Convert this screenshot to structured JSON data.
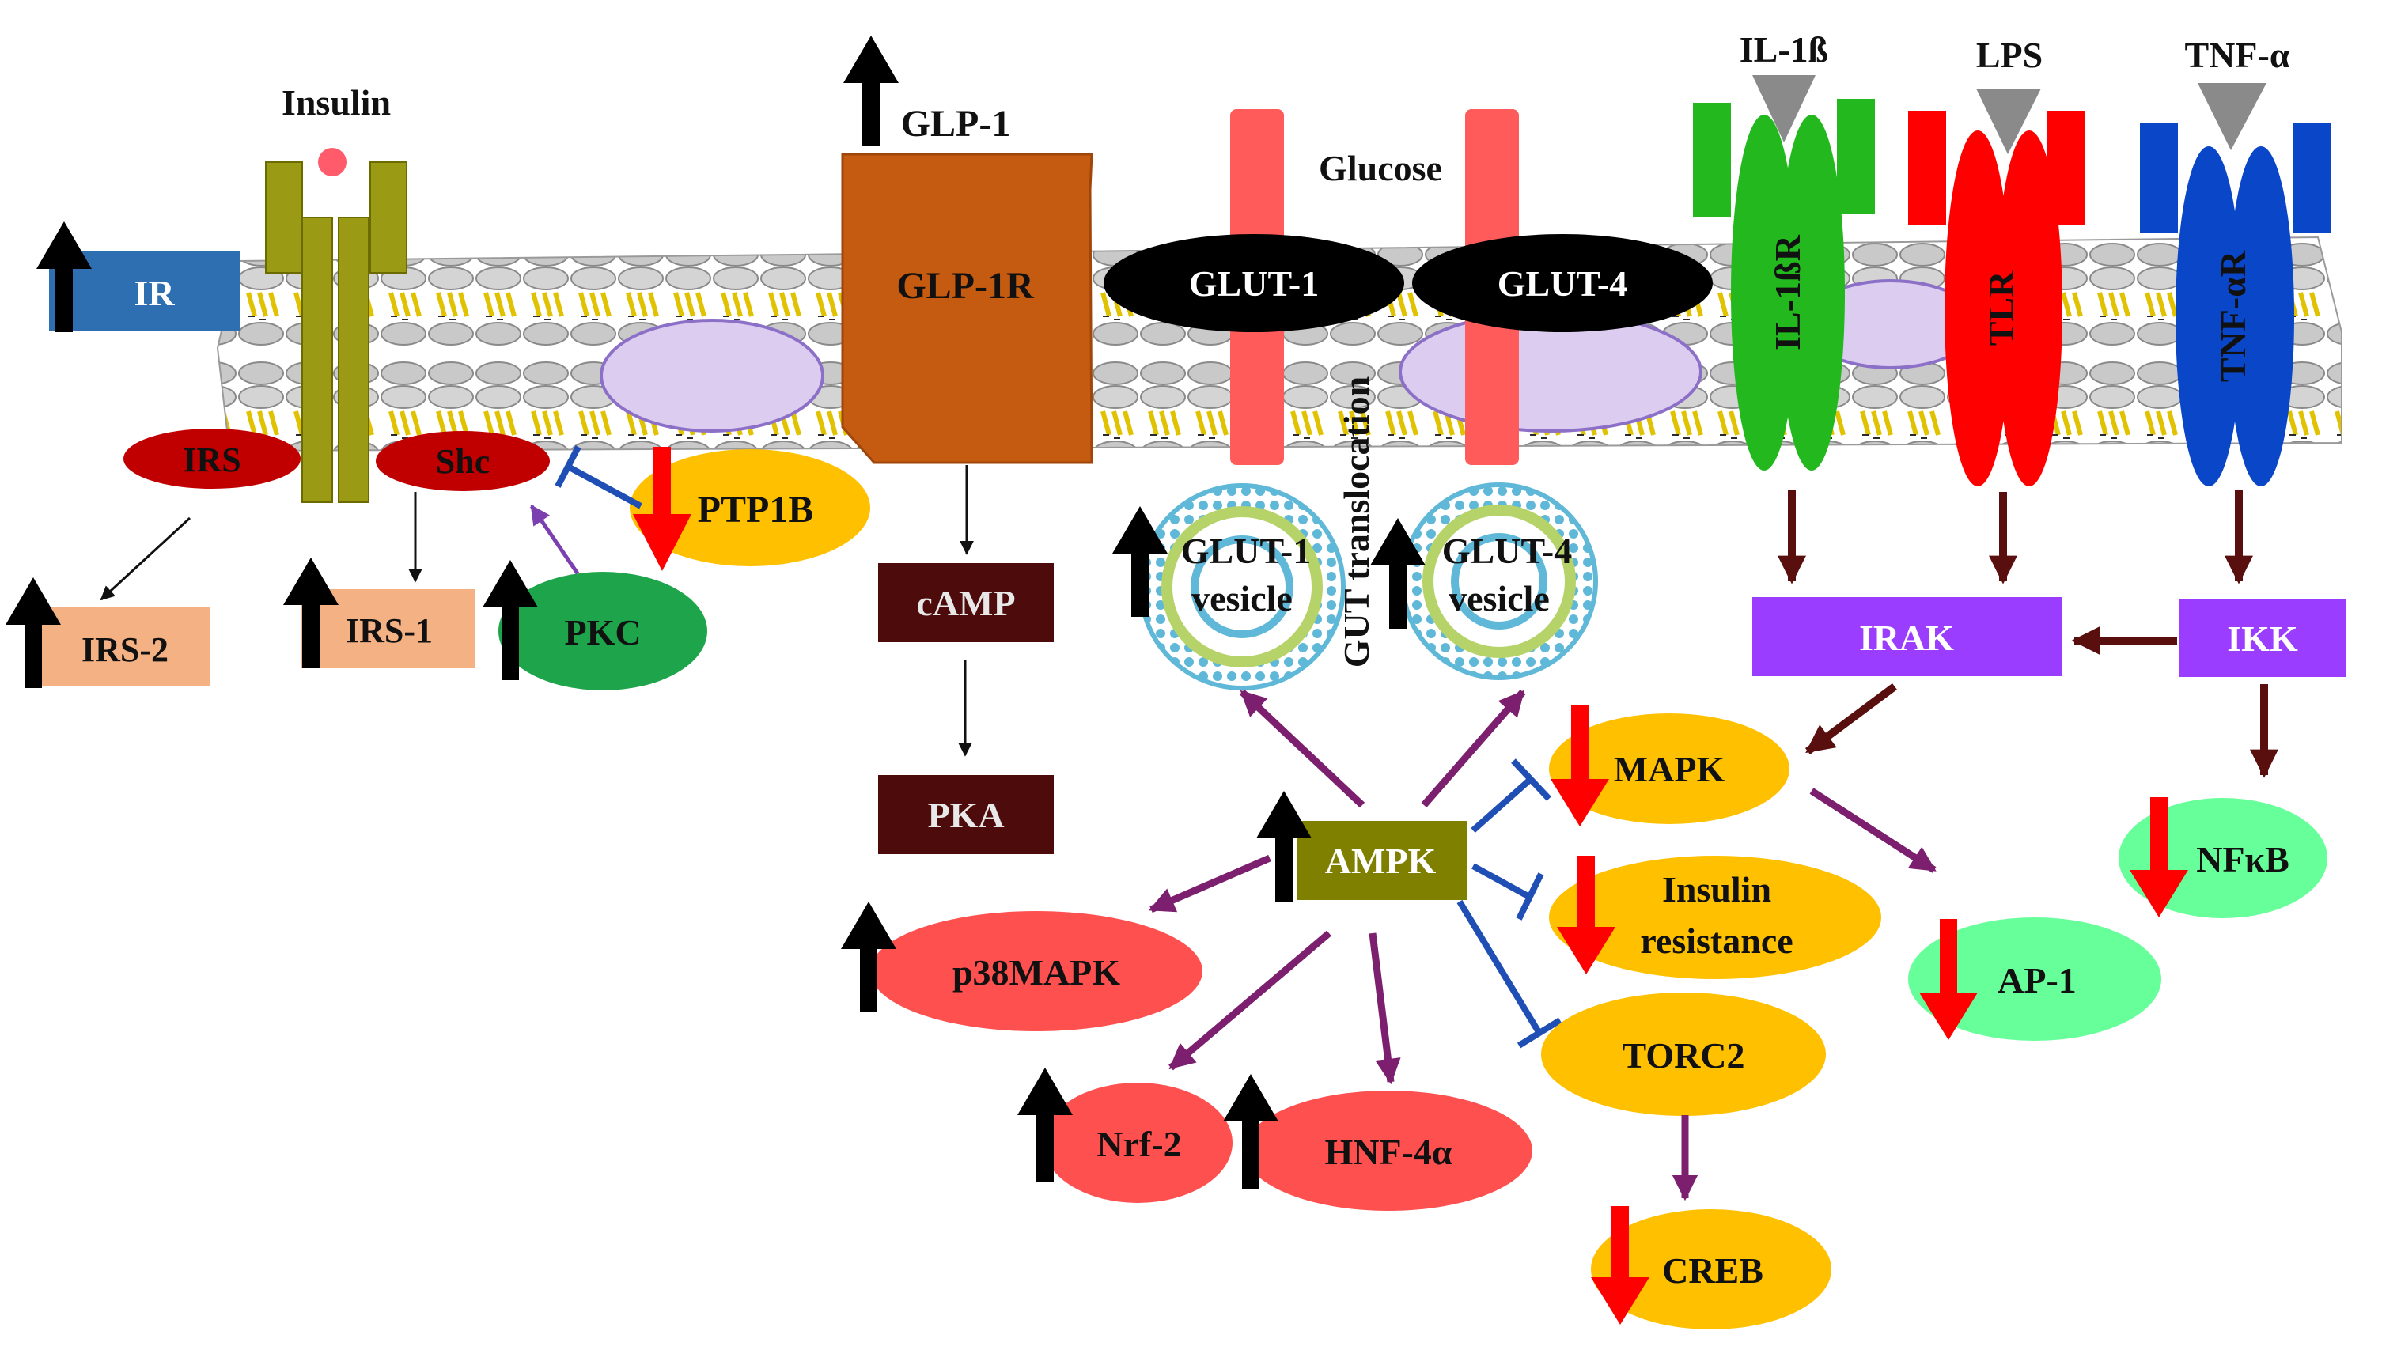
{
  "ligands": {
    "insulin": "Insulin",
    "glp1": "GLP-1",
    "glucose": "Glucose",
    "il1b": "IL-1ß",
    "lps": "LPS",
    "tnfa": "TNF-α"
  },
  "receptors": {
    "ir": "IR",
    "glp1r": "GLP-1R",
    "glut1": "GLUT-1",
    "glut4": "GLUT-4",
    "il1br": "IL-1ßR",
    "tlr": "TLR",
    "tnfar": "TNF-αR"
  },
  "membrane_adaptors": {
    "irs": "IRS",
    "shc": "Shc"
  },
  "nodes": {
    "irs2": "IRS-2",
    "irs1": "IRS-1",
    "pkc": "PKC",
    "ptp1b": "PTP1B",
    "camp": "cAMP",
    "pka": "PKA",
    "glut1_vesicle_line1": "GLUT-1",
    "glut1_vesicle_line2": "vesicle",
    "glut4_vesicle_line1": "GLUT-4",
    "glut4_vesicle_line2": "vesicle",
    "translocation": "GUT translocation",
    "irak": "IRAK",
    "ikk": "IKK",
    "mapk": "MAPK",
    "nfkb": "NFκB",
    "ampk": "AMPK",
    "insulin_resistance_line1": "Insulin",
    "insulin_resistance_line2": "resistance",
    "ap1": "AP-1",
    "p38mapk": "p38MAPK",
    "torc2": "TORC2",
    "nrf2": "Nrf-2",
    "hnf4a": "HNF-4α",
    "creb": "CREB"
  },
  "colors": {
    "ir_box": "#2e6fb1",
    "insulin_receptor": "#9a9a14",
    "irs_shc": "#c00000",
    "ptp1b_torc2_mapk": "#ffc000",
    "pkc": "#1ea44a",
    "irs_boxes": "#f4b183",
    "glp1r": "#c55a11",
    "camp_pka": "#4d0b0b",
    "glut_channel": "#ff5b5b",
    "glut_oval": "#000000",
    "il1br": "#22b81e",
    "tlr": "#ff0000",
    "tnfar": "#0a46c8",
    "irak_ikk": "#9b3dff",
    "ampk": "#7f7f00",
    "red_nodes": "#ff5050",
    "green_nodes": "#66ff99",
    "up_arrow": "#000000",
    "down_arrow": "#ff0000",
    "purple_arrow": "#7b1f6e",
    "inhibition": "#1f4fb4",
    "brown_arrow": "#5a0f0f"
  }
}
